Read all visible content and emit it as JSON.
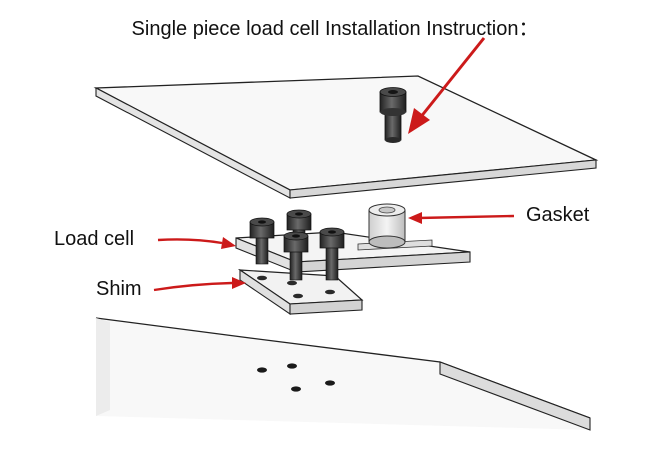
{
  "diagram": {
    "title": "Single piece load cell Installation Instruction：",
    "labels": {
      "load_cell": "Load cell",
      "shim": "Shim",
      "gasket": "Gasket"
    },
    "colors": {
      "arrow": "#cc1a1a",
      "plate_fill": "#f7f7f7",
      "plate_edge": "#e2e2e2",
      "outline": "#222222",
      "bolt": "#3a3a3a"
    },
    "icons": [
      "bolt-icon",
      "arrow-icon"
    ]
  }
}
